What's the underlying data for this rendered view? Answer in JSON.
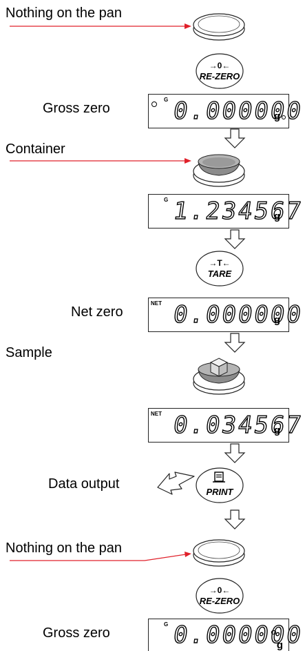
{
  "labels": {
    "nothing_on_pan_1": "Nothing on the pan",
    "gross_zero_1": "Gross zero",
    "container": "Container",
    "net_zero": "Net zero",
    "sample": "Sample",
    "data_output": "Data output",
    "nothing_on_pan_2": "Nothing on the pan",
    "gross_zero_2": "Gross zero"
  },
  "buttons": {
    "rezero_1": {
      "symbol": "→0←",
      "label": "RE-ZERO"
    },
    "tare": {
      "symbol": "→T←",
      "label": "TARE"
    },
    "print": {
      "label": "PRINT"
    },
    "rezero_2": {
      "symbol": "→0←",
      "label": "RE-ZERO"
    }
  },
  "displays": {
    "d1": {
      "indicator": "G",
      "value": "0.000000",
      "unit": "g"
    },
    "d2": {
      "indicator": "G",
      "value": "1.234567",
      "unit": "g"
    },
    "d3": {
      "indicator": "NET",
      "value": "0.000000",
      "unit": "g"
    },
    "d4": {
      "indicator": "NET",
      "value": "0.034567",
      "unit": "g"
    },
    "d5": {
      "indicator": "G",
      "value": "0.000000",
      "unit": "g"
    }
  },
  "colors": {
    "pointer_line": "#e0202a",
    "outline": "#222222",
    "container_fill": "#9a9a9a"
  }
}
